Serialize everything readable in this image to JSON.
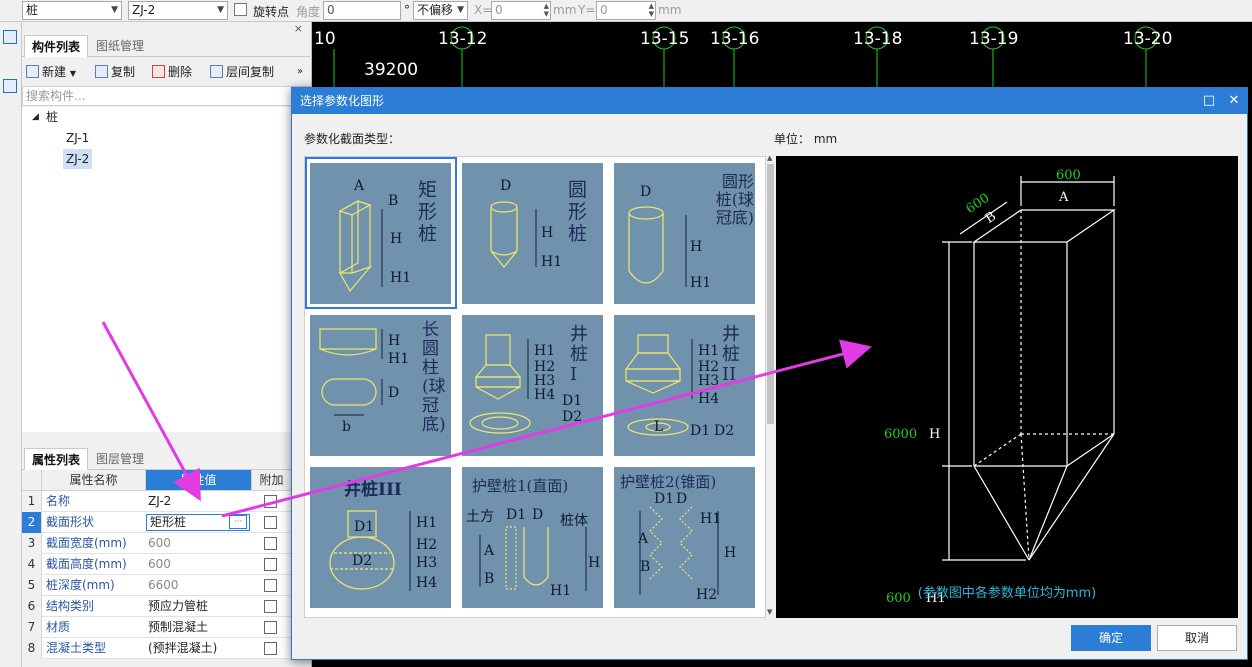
{
  "toolbar": {
    "component_type": "桩",
    "component_name": "ZJ-2",
    "rotate_label": "旋转点",
    "angle_label": "角度",
    "angle_value": "0",
    "degree_symbol": "°",
    "offset_mode": "不偏移",
    "x_label": "X=",
    "x_value": "0",
    "y_label": "Y=",
    "y_value": "0",
    "mm1": "mm",
    "mm2": "mm"
  },
  "canvas": {
    "axes": [
      "10",
      "13-12",
      "13-15",
      "13-16",
      "13-18",
      "13-19",
      "13-20"
    ],
    "dimension": "39200"
  },
  "component_panel": {
    "tabs": [
      "构件列表",
      "图纸管理"
    ],
    "buttons": {
      "new": "新建",
      "copy": "复制",
      "delete": "删除",
      "floor_copy": "层间复制"
    },
    "search_placeholder": "搜索构件...",
    "tree": {
      "root": "桩",
      "children": [
        "ZJ-1",
        "ZJ-2"
      ]
    }
  },
  "property_panel": {
    "tabs": [
      "属性列表",
      "图层管理"
    ],
    "headers": {
      "name": "属性名称",
      "value": "属性值",
      "extra": "附加"
    },
    "rows": [
      {
        "num": "1",
        "name": "名称",
        "value": "ZJ-2"
      },
      {
        "num": "2",
        "name": "截面形状",
        "value": "矩形桩"
      },
      {
        "num": "3",
        "name": "截面宽度(mm)",
        "value": "600"
      },
      {
        "num": "4",
        "name": "截面高度(mm)",
        "value": "600"
      },
      {
        "num": "5",
        "name": "桩深度(mm)",
        "value": "6600"
      },
      {
        "num": "6",
        "name": "结构类别",
        "value": "预应力管桩"
      },
      {
        "num": "7",
        "name": "材质",
        "value": "预制混凝土"
      },
      {
        "num": "8",
        "name": "混凝土类型",
        "value": "(预拌混凝土)"
      }
    ],
    "ellipsis": "···"
  },
  "dialog": {
    "title": "选择参数化图形",
    "type_label": "参数化截面类型：",
    "unit_label": "单位： mm",
    "confirm": "确定",
    "cancel": "取消",
    "max_glyph": "□",
    "close_glyph": "✕",
    "shapes": [
      {
        "name": "矩形桩",
        "labels": [
          "A",
          "B",
          "H",
          "H1"
        ]
      },
      {
        "name": "圆形桩",
        "labels": [
          "D",
          "H",
          "H1"
        ]
      },
      {
        "name": "圆形桩(球冠底)",
        "labels": [
          "D",
          "H",
          "H1"
        ]
      },
      {
        "name": "长圆柱(球冠底)",
        "labels": [
          "H",
          "H1",
          "D",
          "b"
        ]
      },
      {
        "name": "井桩I",
        "labels": [
          "H1",
          "H2",
          "H3",
          "H4",
          "D1",
          "D2"
        ]
      },
      {
        "name": "井桩II",
        "labels": [
          "H1",
          "H2",
          "H3",
          "H4",
          "L",
          "D1",
          "D2"
        ]
      },
      {
        "name": "井桩III",
        "labels": [
          "D1",
          "D2",
          "H1",
          "H2",
          "H3",
          "H4"
        ]
      },
      {
        "name": "护壁桩1(直面)",
        "labels": [
          "土方",
          "D1",
          "D",
          "桩体",
          "A",
          "B",
          "H",
          "H1"
        ]
      },
      {
        "name": "护壁桩2(锥面)",
        "labels": [
          "D1",
          "D",
          "H1",
          "A",
          "B",
          "H",
          "H2"
        ]
      }
    ],
    "preview": {
      "top_value": "600",
      "top_label": "A",
      "side_value": "600",
      "side_label": "B",
      "h_value": "6000",
      "h_label": "H",
      "h1_value": "600",
      "h1_label": "H1",
      "note": "(参数图中各参数单位均为mm)"
    }
  },
  "colors": {
    "accent": "#2b7dd5",
    "thumb_bg": "#7192ad",
    "annotation_arrow": "#e23be6",
    "cad_green": "#22cc22",
    "cad_cyan": "#2fb5d8"
  }
}
